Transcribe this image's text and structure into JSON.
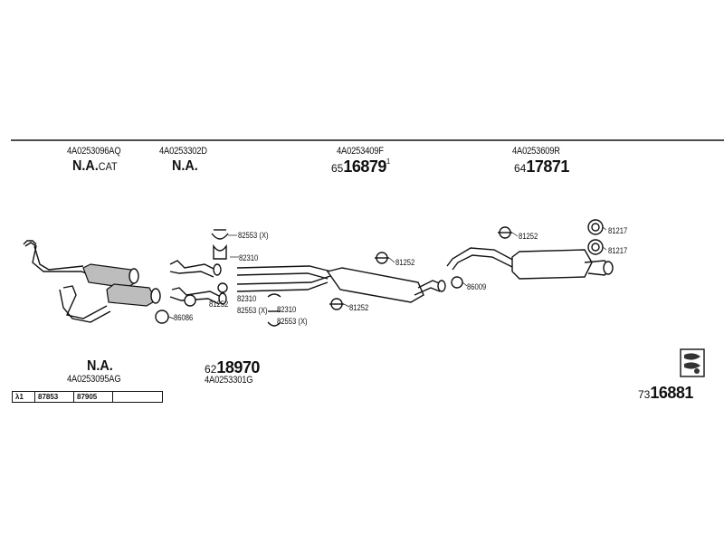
{
  "header": {
    "col1": {
      "part": "4A0253096AQ",
      "status": "N.A.",
      "suffix": "CAT"
    },
    "col2": {
      "part": "4A0253302D",
      "status": "N.A."
    },
    "col3": {
      "part": "4A0253409F",
      "prefix": "65",
      "number": "16879",
      "sup": "1"
    },
    "col4": {
      "part": "4A0253609R",
      "prefix": "64",
      "number": "17871"
    }
  },
  "bottom": {
    "left": {
      "status": "N.A.",
      "part": "4A0253095AG"
    },
    "middle": {
      "prefix": "62",
      "number": "18970",
      "part": "4A0253301G"
    },
    "right": {
      "prefix": "73",
      "number": "16881"
    }
  },
  "labels": {
    "l82553a": "82553 (X)",
    "l82310a": "82310",
    "l81252a": "81252",
    "l81252b": "81252",
    "l81252c": "81252",
    "l81252d": "81252",
    "l82310b": "82310",
    "l82553b": "82553 (X)",
    "l82310c": "82310",
    "l82553c": "82553 (X)",
    "l86086": "86086",
    "l86009": "86009",
    "l81217a": "81217",
    "l81217b": "81217"
  },
  "ref_table": {
    "lambda": "λ1",
    "cells": [
      "87853",
      "87905",
      ""
    ]
  }
}
